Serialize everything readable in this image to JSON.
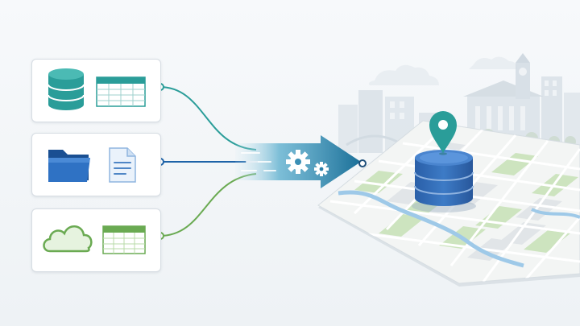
{
  "sources": [
    {
      "id": "database",
      "icons": [
        "database-icon",
        "table-icon"
      ],
      "accent": "#2a9d99"
    },
    {
      "id": "files",
      "icons": [
        "folder-icon",
        "document-icon"
      ],
      "accent": "#1e63a8"
    },
    {
      "id": "cloud",
      "icons": [
        "cloud-icon",
        "table-icon"
      ],
      "accent": "#6aaa52"
    }
  ],
  "process": {
    "icons": [
      "gear-icon",
      "small-gear-icon"
    ],
    "arrow_color": "#1d7ca3"
  },
  "destination": {
    "icons": [
      "map-icon",
      "database-icon",
      "location-pin-icon"
    ],
    "pin_color": "#2a9d99",
    "db_color": "#2f64ad"
  },
  "background": {
    "icons": [
      "city-skyline-icon",
      "clock-tower-icon",
      "cloud-icon"
    ]
  },
  "colors": {
    "teal": "#2a9d99",
    "blue": "#1e63a8",
    "green": "#6aaa52",
    "map_green": "#cde4bf",
    "map_water": "#9ec9e8"
  }
}
